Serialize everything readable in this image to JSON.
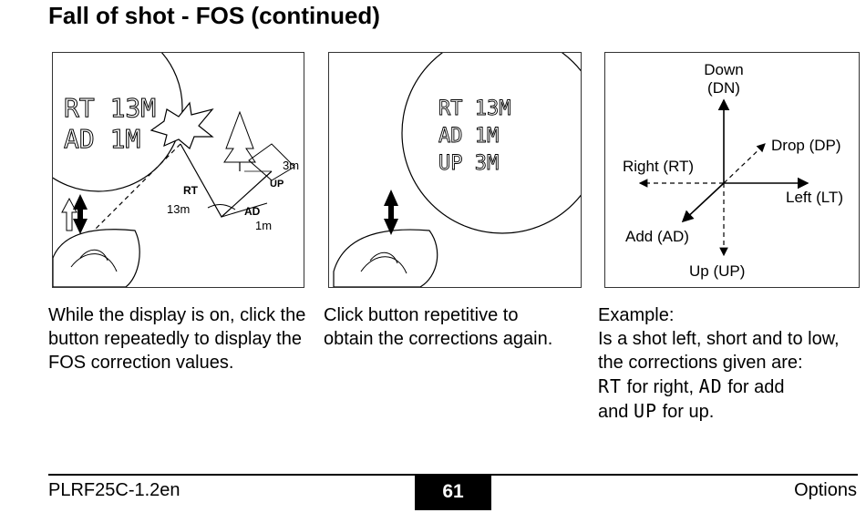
{
  "title": "Fall of shot - FOS (continued)",
  "panel1": {
    "display_line1": "RT 13M",
    "display_line2": "AD  1M",
    "label_rt": "RT",
    "value_rt": "13m",
    "label_ad": "AD",
    "value_ad": "1m",
    "label_up": "UP",
    "value_up": "3m"
  },
  "panel2": {
    "display_line1": "RT  13M",
    "display_line2": "AD  1M",
    "display_line3": "UP  3M"
  },
  "panel3": {
    "down_label": "Down",
    "down_code": "(DN)",
    "drop_label": "Drop (DP)",
    "right_label": "Right (RT)",
    "left_label": "Left (LT)",
    "add_label": "Add (AD)",
    "up_label": "Up (UP)"
  },
  "col1": {
    "text": "While the display is on, click the button repeatedly to display the FOS correction values."
  },
  "col2": {
    "text": "Click button repetitive to obtain the corrections again."
  },
  "col3": {
    "heading": "Example:",
    "text": "Is a shot left, short and to low, the corrections given are:",
    "code_rt": "RT",
    "for_right": "for right,",
    "code_ad": "AD",
    "for_add": "for add",
    "and": "and",
    "code_up": "UP",
    "for_up": "for up."
  },
  "footer": {
    "left": "PLRF25C-1.2en",
    "page": "61",
    "right": "Options"
  }
}
